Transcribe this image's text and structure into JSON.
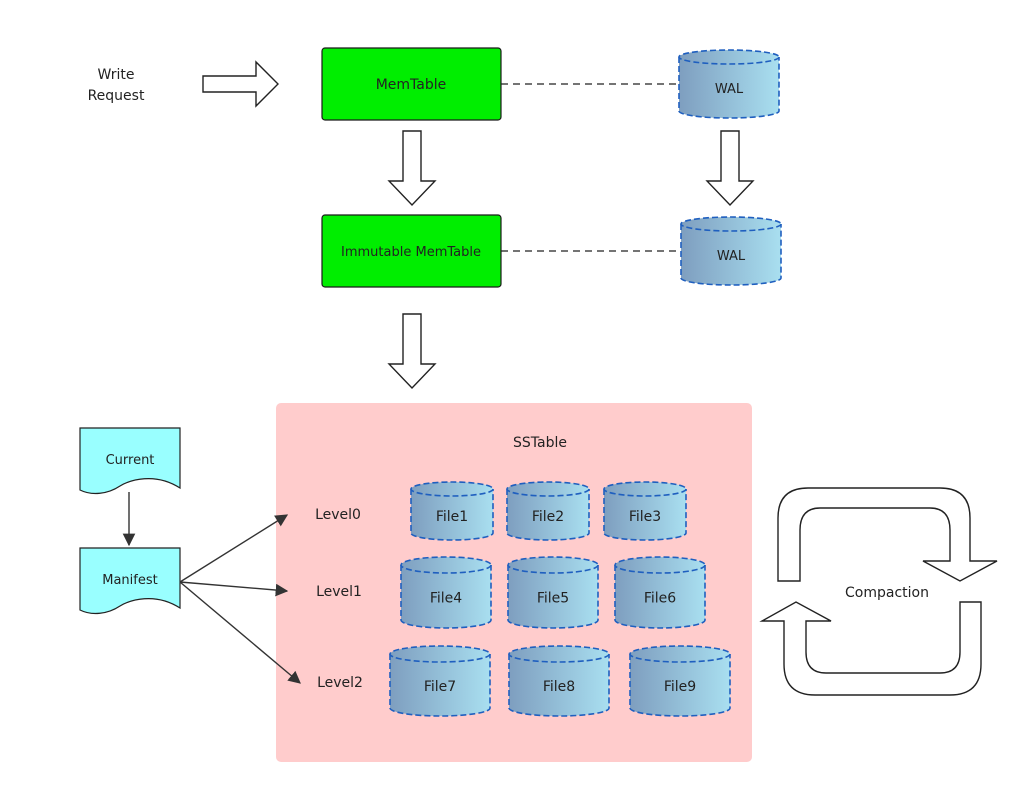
{
  "colors": {
    "memtable_fill": "#00ee00",
    "memtable_stroke": "#1a1a1a",
    "sstable_panel": "#ffcccc",
    "doc_fill": "#99ffff",
    "cyl_stroke": "#1f5fbf",
    "cyl_grad_start": "#7e9ebf",
    "cyl_grad_end": "#a9dff0",
    "arrow_stroke": "#222222"
  },
  "write_request": {
    "line1": "Write",
    "line2": "Request"
  },
  "memtable": {
    "label": "MemTable",
    "wal": "WAL"
  },
  "immutable": {
    "label": "Immutable MemTable",
    "wal": "WAL"
  },
  "sstable": {
    "title": "SSTable",
    "levels": [
      {
        "name": "Level0",
        "files": [
          "File1",
          "File2",
          "File3"
        ]
      },
      {
        "name": "Level1",
        "files": [
          "File4",
          "File5",
          "File6"
        ]
      },
      {
        "name": "Level2",
        "files": [
          "File7",
          "File8",
          "File9"
        ]
      }
    ]
  },
  "current": {
    "label": "Current"
  },
  "manifest": {
    "label": "Manifest"
  },
  "compaction": {
    "label": "Compaction"
  }
}
